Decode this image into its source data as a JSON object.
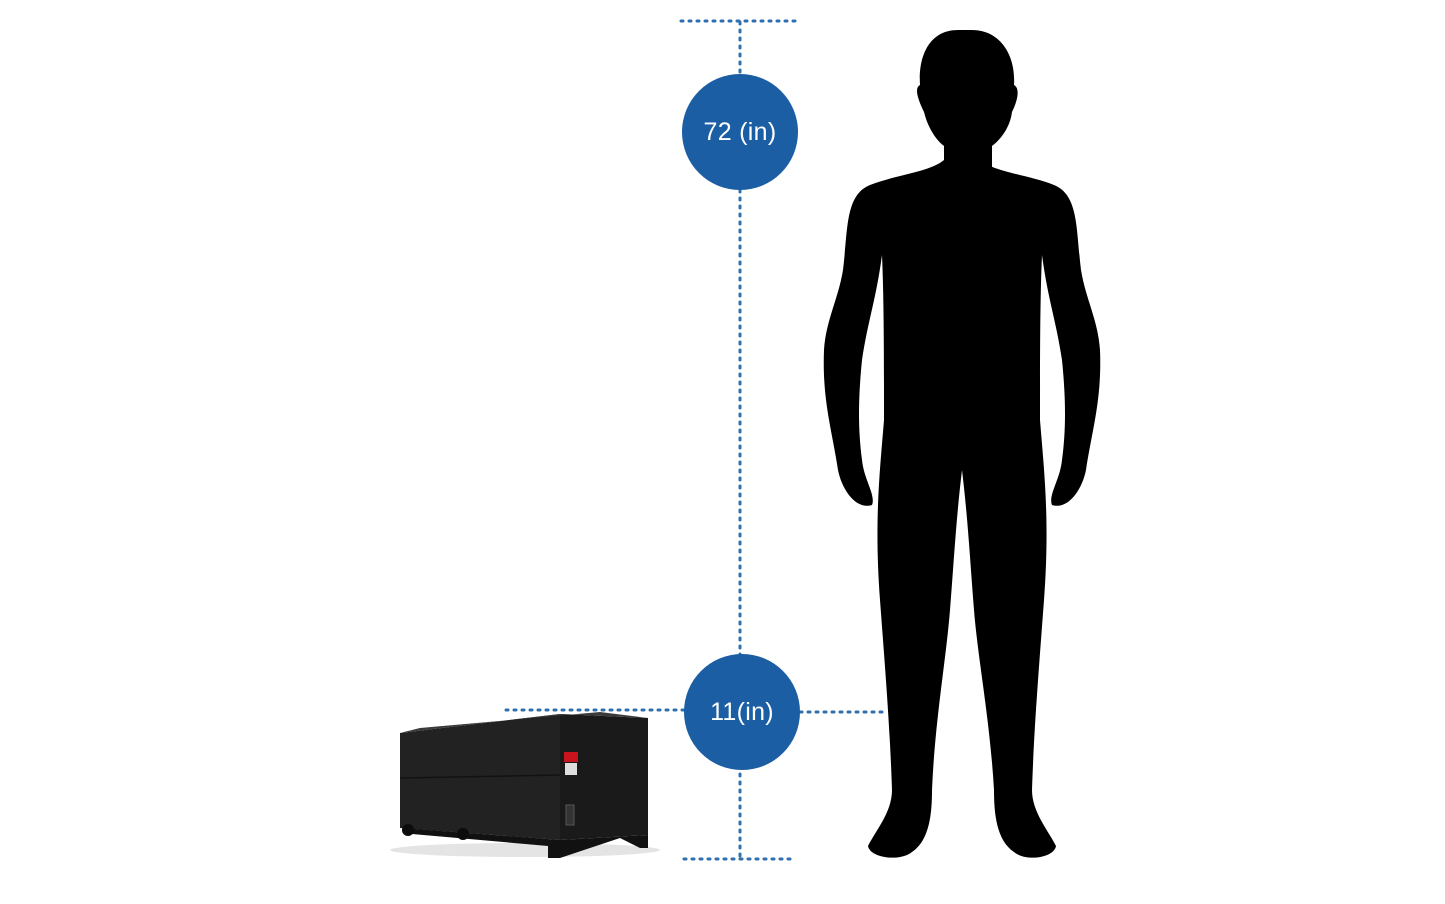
{
  "measurements": {
    "person_height_label": "72 (in)",
    "product_height_label": "11(in)"
  },
  "colors": {
    "accent": "#1b5ea3",
    "dotted_line": "#2f6fb0",
    "silhouette": "#000000",
    "product_body": "#2a2a2a",
    "product_badge": "#c8141c"
  },
  "icons": {
    "person": "person-silhouette-icon",
    "product": "battery-unit-image"
  }
}
